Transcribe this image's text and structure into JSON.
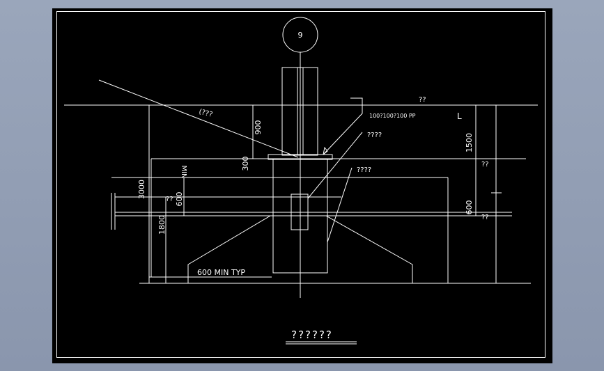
{
  "colors": {
    "viewport_background": "#000000",
    "line_color": "#ffffff",
    "outer_background": "#9aa6bb"
  },
  "drawing": {
    "grid_bubble_label": "9",
    "marks": {
      "top_right": "??",
      "slope_label": "(???",
      "plate_callout": "100?100?100 PP",
      "anchor_callout": "????",
      "dowel_callout": "????",
      "right_upper": "??",
      "right_lower": "??",
      "left_small": "??",
      "l_mark": "L"
    },
    "dims": {
      "d900": "900",
      "d300": "300",
      "d3000": "3000",
      "dmin": "MIN",
      "d600_left": "600",
      "d1800": "1800",
      "d1500": "1500",
      "d600_right": "600"
    },
    "footing_label": "600 MIN TYP",
    "sheet_title": "??????"
  }
}
